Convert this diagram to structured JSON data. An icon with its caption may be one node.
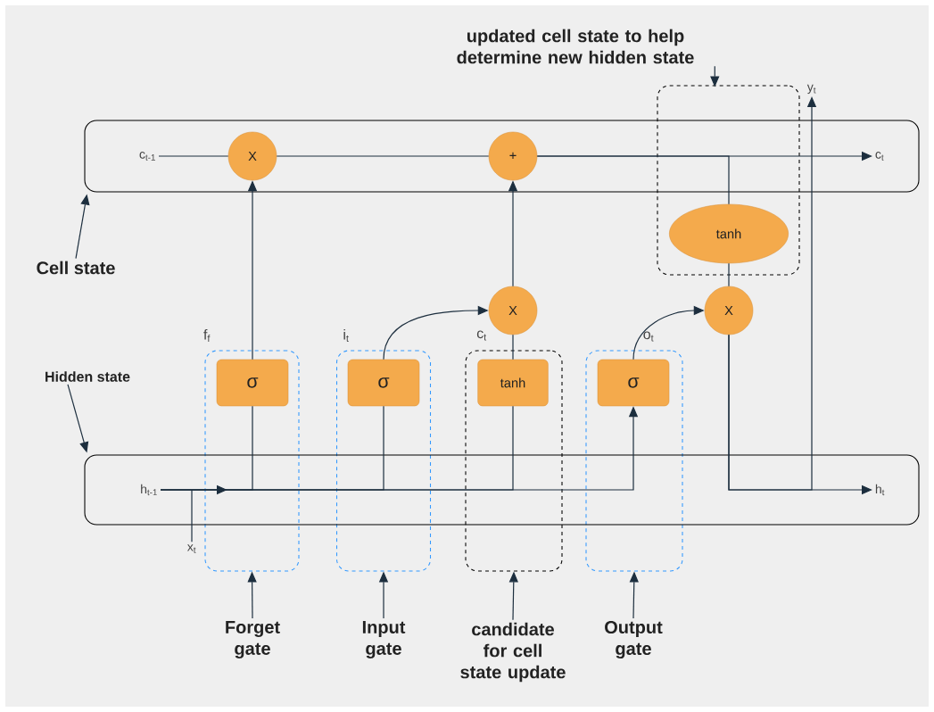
{
  "diagram": {
    "nodes": [
      {
        "text": [
          "updated cell state to help determine new hidden state"
        ]
      },
      {
        "text": [
          "y$_{t}$"
        ]
      },
      {
        "text": [],
        "shape": "box"
      },
      {
        "text": [],
        "shape": "box"
      },
      {
        "text": [
          "c$_{t-1}$"
        ],
        "in": 3
      },
      {
        "text": [
          "X"
        ],
        "in": 3
      },
      {
        "text": [
          "+"
        ],
        "in": 3
      },
      {
        "text": [
          "c$_{t}$"
        ],
        "in": 3
      },
      {
        "text": [
          "tanh"
        ],
        "in": 2
      },
      {
        "text": [
          "Cell state"
        ]
      },
      {
        "text": [
          "X"
        ]
      },
      {
        "text": [
          "X"
        ]
      },
      {
        "text": [],
        "shape": "box",
        "beside": [
          "f$_{f}$"
        ]
      },
      {
        "text": [
          "σ"
        ],
        "in": 12
      },
      {
        "text": [],
        "shape": "box",
        "beside": [
          "i$_{t}$"
        ]
      },
      {
        "text": [
          "σ"
        ],
        "in": 14
      },
      {
        "text": [],
        "shape": "box",
        "beside": [
          "c$_{t}$"
        ]
      },
      {
        "text": [
          "tanh"
        ],
        "in": 16
      },
      {
        "text": [],
        "shape": "box",
        "beside": [
          "o$_{t}$"
        ]
      },
      {
        "text": [
          "σ"
        ],
        "in": 18
      },
      {
        "text": [
          "Hidden state"
        ]
      },
      {
        "text": [],
        "shape": "box"
      },
      {
        "text": [
          "h$_{t-1}$"
        ],
        "in": 21
      },
      {
        "text": [
          "h$_{t}$"
        ],
        "in": 21
      },
      {
        "text": [
          "x$_{t}$"
        ]
      },
      {
        "text": [
          "Forget gate"
        ]
      },
      {
        "text": [
          "Input gate"
        ]
      },
      {
        "text": [
          "candidate for cell state update"
        ]
      },
      {
        "text": [
          "Output gate"
        ]
      }
    ],
    "edges": [
      {
        "from": 0,
        "to": 2,
        "arrow": "to"
      },
      {
        "from": 9,
        "to": 3,
        "arrow": "to"
      },
      {
        "from": 20,
        "to": 21,
        "arrow": "to"
      },
      {
        "from": 4,
        "to": 5,
        "arrow": "none"
      },
      {
        "from": 5,
        "to": 6,
        "arrow": "none"
      },
      {
        "from": 6,
        "to": 7,
        "arrow": "to"
      },
      {
        "from": 6,
        "to": 8,
        "arrow": "none"
      },
      {
        "from": 13,
        "to": 5,
        "arrow": "to"
      },
      {
        "from": 15,
        "to": 10,
        "arrow": "to"
      },
      {
        "from": 17,
        "to": 10,
        "arrow": "none"
      },
      {
        "from": 10,
        "to": 6,
        "arrow": "to"
      },
      {
        "from": 19,
        "to": 11,
        "arrow": "to"
      },
      {
        "from": 8,
        "to": 11,
        "arrow": "none"
      },
      {
        "from": 11,
        "to": 23,
        "arrow": "to"
      },
      {
        "from": 11,
        "to": 1,
        "arrow": "to"
      },
      {
        "from": 22,
        "to": 13,
        "arrow": "none"
      },
      {
        "from": 22,
        "to": 15,
        "arrow": "none"
      },
      {
        "from": 22,
        "to": 17,
        "arrow": "none"
      },
      {
        "from": 22,
        "to": 19,
        "arrow": "to"
      },
      {
        "from": 24,
        "to": null,
        "arrow": "none"
      },
      {
        "from": 25,
        "to": 12,
        "arrow": "to"
      },
      {
        "from": 26,
        "to": 14,
        "arrow": "to"
      },
      {
        "from": 27,
        "to": 16,
        "arrow": "to"
      },
      {
        "from": 28,
        "to": 18,
        "arrow": "to"
      }
    ]
  }
}
